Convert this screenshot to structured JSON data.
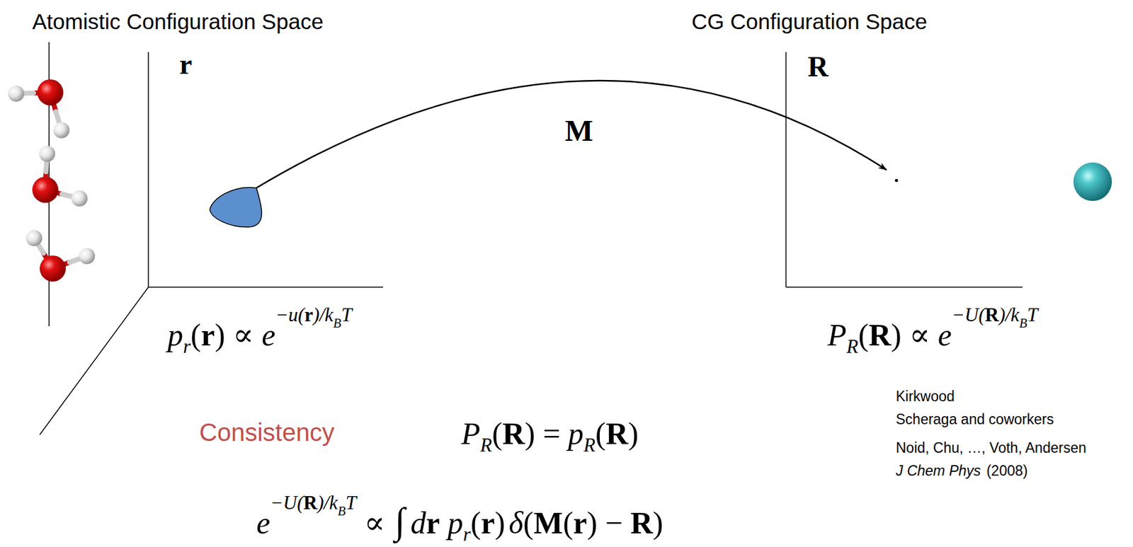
{
  "diagram": {
    "labels": [
      "Atomistic Configuration Space",
      "CG Configuration Space",
      "r",
      "R",
      "M",
      "p",
      "r",
      "(",
      "r",
      ")",
      "∝",
      "e",
      "−u(",
      "r",
      ")/k",
      "B",
      "T",
      "P",
      "R",
      "(",
      "R",
      ")",
      "∝",
      "e",
      "−U(",
      "R",
      ")/k",
      "B",
      "T",
      "Consistency",
      "P",
      "R",
      "(",
      "R",
      ")",
      "=",
      "p",
      "R",
      "(",
      "R",
      ")",
      "e",
      "−U(",
      "R",
      ")/k",
      "B",
      "T",
      "∝",
      "∫",
      "d",
      "r",
      "p",
      "r",
      "(",
      "r",
      ")",
      "δ",
      "(",
      "M",
      "(",
      "r",
      ")",
      "−",
      "R",
      ")",
      "Kirkwood",
      "Scheraga and coworkers",
      "Noid, Chu, …, Voth, Andersen",
      "J Chem Phys",
      "(2008)"
    ]
  }
}
